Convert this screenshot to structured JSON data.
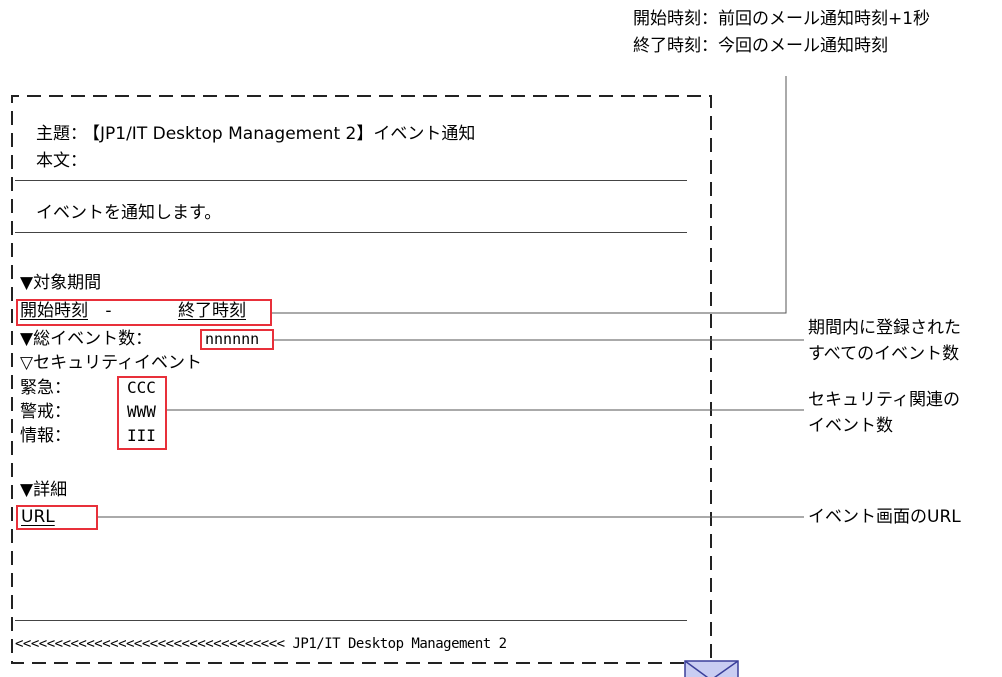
{
  "top_note": {
    "start_line": "開始時刻：前回のメール通知時刻+1秒",
    "end_line": "終了時刻：今回のメール通知時刻"
  },
  "email": {
    "subject_label": "主題：",
    "subject_value": "【JP1/IT Desktop Management 2】イベント通知",
    "body_label": "本文：",
    "intro": "イベントを通知します。",
    "period_heading": "▼対象期間",
    "period_start": "開始時刻",
    "period_sep": " - ",
    "period_end": "終了時刻",
    "total_label": "▼総イベント数：",
    "total_value": "nnnnnn",
    "security_heading": "▽セキュリティイベント",
    "security_rows": [
      {
        "label": "緊急：",
        "value": "CCC"
      },
      {
        "label": "警戒：",
        "value": "WWW"
      },
      {
        "label": "情報：",
        "value": "III"
      }
    ],
    "detail_heading": "▼詳細",
    "detail_value": "URL",
    "footer": "<<<<<<<<<<<<<<<<<<<<<<<<<<<<<<<<<< JP1/IT Desktop Management 2"
  },
  "callouts": {
    "total_events": [
      "期間内に登録された",
      "すべてのイベント数"
    ],
    "security_events": [
      "セキュリティ関連の",
      "イベント数"
    ],
    "url": "イベント画面のURL"
  },
  "colors": {
    "highlight": "#e8303a",
    "envelope_fill": "#c9cdf2",
    "envelope_stroke": "#3a3f9a"
  }
}
